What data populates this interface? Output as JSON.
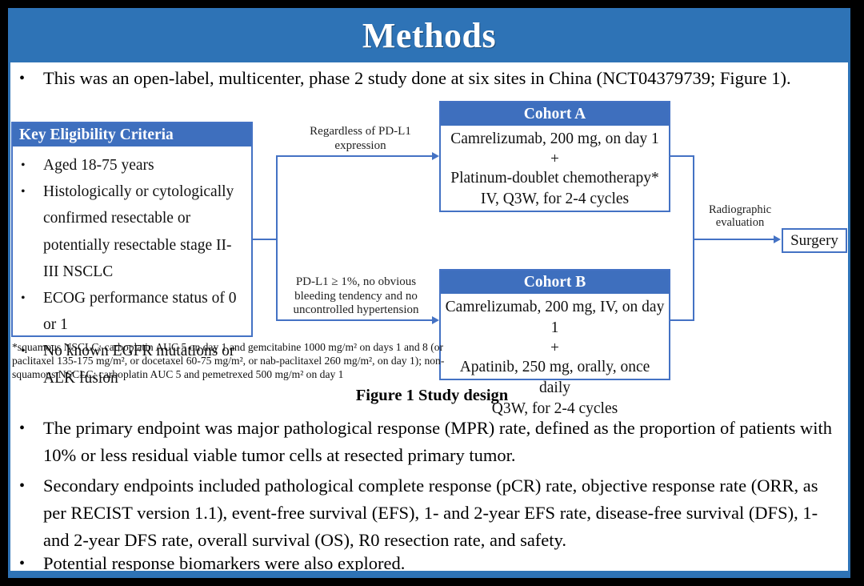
{
  "slide": {
    "title": "Methods",
    "accent_blue": "#2E73B6",
    "box_header_blue": "#3E6FBE",
    "box_border_blue": "#4472C4"
  },
  "bullets": {
    "intro": "This was an open-label, multicenter, phase 2 study done at six sites in China (NCT04379739; Figure 1).",
    "primary": "The primary endpoint was major pathological response (MPR) rate, defined as the proportion of patients with 10% or less residual viable tumor cells at resected primary tumor.",
    "secondary": "Secondary endpoints included pathological complete response (pCR) rate, objective response rate (ORR, as per RECIST version 1.1), event-free survival (EFS), 1- and 2-year EFS rate, disease-free survival (DFS), 1- and 2-year DFS rate, overall survival (OS), R0 resection rate, and safety.",
    "biomarkers": "Potential response biomarkers were also explored.",
    "marker": "•"
  },
  "figure": {
    "caption": "Figure 1 Study design",
    "eligibility": {
      "header": "Key  Eligibility Criteria",
      "items": [
        "Aged 18-75 years",
        "Histologically or cytologically confirmed resectable or potentially resectable stage II-III  NSCLC",
        "ECOG performance status of 0 or 1",
        "No known EGFR mutations or ALK fusion"
      ]
    },
    "branch_top_label": "Regardless  of PD-L1 expression",
    "branch_bottom_label": "PD-L1 ≥ 1%, no obvious bleeding  tendency  and no uncontrolled  hypertension",
    "cohort_a": {
      "header": "Cohort A",
      "lines": [
        "Camrelizumab, 200 mg, on day 1",
        "+",
        "Platinum-doublet chemotherapy*",
        "IV, Q3W, for 2-4 cycles"
      ]
    },
    "cohort_b": {
      "header": "Cohort B",
      "lines": [
        "Camrelizumab, 200 mg, IV, on day 1",
        "+",
        "Apatinib, 250 mg, orally, once daily",
        "Q3W, for 2-4 cycles"
      ]
    },
    "evaluation_label": "Radiographic evaluation",
    "surgery_label": "Surgery",
    "footnote": "*squamous NSCLC: carboplatin AUC 5 on day 1 and gemcitabine 1000 mg/m² on days 1 and 8 (or paclitaxel 135-175 mg/m², or docetaxel 60-75 mg/m², or nab-paclitaxel 260 mg/m², on day 1); non-squamous NSCLC: carboplatin AUC 5 and pemetrexed 500 mg/m² on day 1"
  }
}
